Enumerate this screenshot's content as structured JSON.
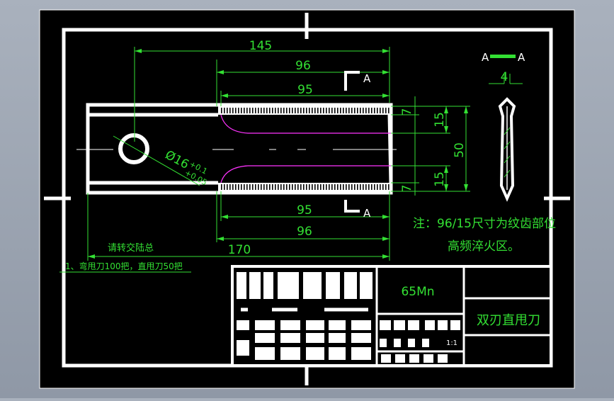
{
  "colors": {
    "viewport_bg": "#000000",
    "frame": "#ffffff",
    "dimension": "#33e033",
    "centerline": "#ff33ff",
    "blade": "#ffffff"
  },
  "dimensions": {
    "d145": "145",
    "d96_top": "96",
    "d95_top": "95",
    "d95_bottom": "95",
    "d96_bottom": "96",
    "d170": "170",
    "d7_top": "7",
    "d15_top": "15",
    "d50": "50",
    "d15_bottom": "15",
    "d7_bottom": "7",
    "d4": "4",
    "hole": "Ø16",
    "tol_upper": "+0.1",
    "tol_lower": "+0.05"
  },
  "section_marks": {
    "top": "A",
    "bottom": "A",
    "view_left": "A",
    "view_right": "A"
  },
  "notes": {
    "requirement_title": "请转交陆总",
    "requirement_line": "1、弯甩刀100把，直甩刀50把",
    "note_line1": "注：96/15尺寸为纹齿部位",
    "note_line2": "高频淬火区。"
  },
  "title_block": {
    "material": "65Mn",
    "part_name": "双刃直甩刀",
    "scale": "1:1"
  }
}
